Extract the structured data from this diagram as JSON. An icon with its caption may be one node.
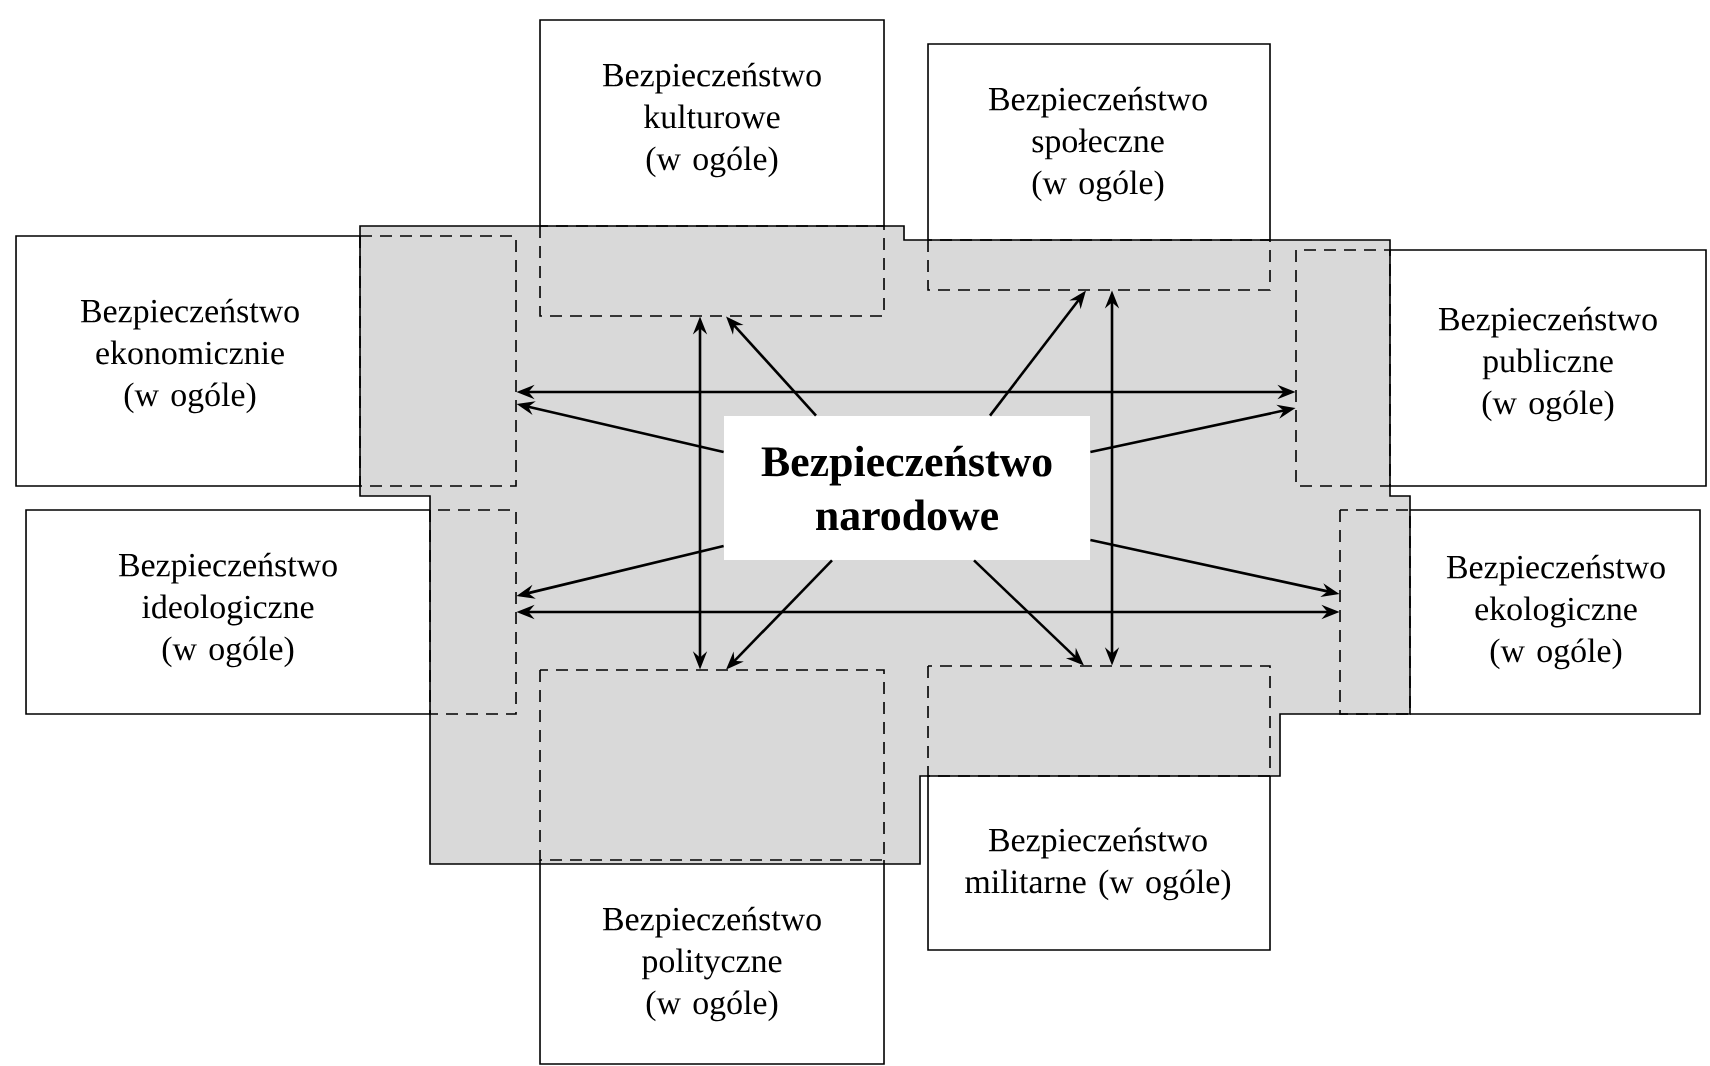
{
  "diagram": {
    "nodes": [
      {
        "text": [
          "Bezpieczeństwo kulturowe (w ogóle)"
        ]
      },
      {
        "text": [
          "Bezpieczeństwo społeczne (w ogóle)"
        ]
      },
      {
        "text": [
          "Bezpieczeństwo ekonomicznie (w ogóle)"
        ]
      },
      {
        "text": [
          "Bezpieczeństwo publiczne (w ogóle)"
        ]
      },
      {
        "text": [
          "Bezpieczeństwo narodowe"
        ]
      },
      {
        "text": [
          "Bezpieczeństwo ideologiczne (w ogóle)"
        ]
      },
      {
        "text": [
          "Bezpieczeństwo ekologiczne (w ogóle)"
        ]
      },
      {
        "text": [
          "Bezpieczeństwo polityczne (w ogóle)"
        ]
      },
      {
        "text": [
          "Bezpieczeństwo militarne (w ogóle)"
        ]
      }
    ],
    "edges": [
      {
        "from": 4,
        "to": 0,
        "arrow": "to"
      },
      {
        "from": 4,
        "to": 1,
        "arrow": "to"
      },
      {
        "from": 4,
        "to": 2,
        "arrow": "to"
      },
      {
        "from": 4,
        "to": 3,
        "arrow": "to"
      },
      {
        "from": 4,
        "to": 5,
        "arrow": "to"
      },
      {
        "from": 4,
        "to": 6,
        "arrow": "to"
      },
      {
        "from": 4,
        "to": 7,
        "arrow": "to"
      },
      {
        "from": 4,
        "to": 8,
        "arrow": "to"
      },
      {
        "from": 2,
        "to": 3,
        "arrow": "both"
      },
      {
        "from": 5,
        "to": 6,
        "arrow": "both"
      },
      {
        "from": 0,
        "to": 7,
        "arrow": "both"
      },
      {
        "from": 1,
        "to": 8,
        "arrow": "both"
      }
    ]
  }
}
